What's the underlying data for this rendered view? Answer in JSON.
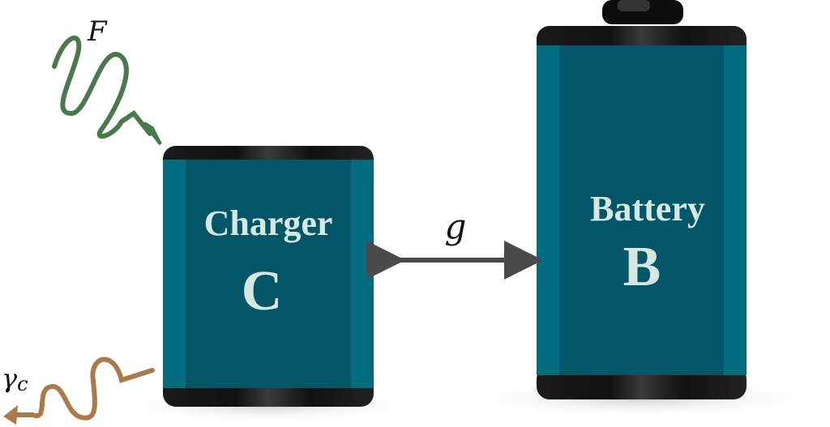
{
  "charger": {
    "title": "Charger",
    "letter": "C"
  },
  "battery": {
    "title": "Battery",
    "letter": "B"
  },
  "coupling": {
    "label": "g"
  },
  "drive": {
    "label": "F"
  },
  "decay": {
    "label": "γ",
    "subscript": "c"
  },
  "colors": {
    "teal_body": "#035668",
    "teal_side": "#036c80",
    "cap": "#111111",
    "drive_wave": "#4a7a4c",
    "decay_wave": "#a97a4a",
    "arrow": "#4a4a4a"
  }
}
